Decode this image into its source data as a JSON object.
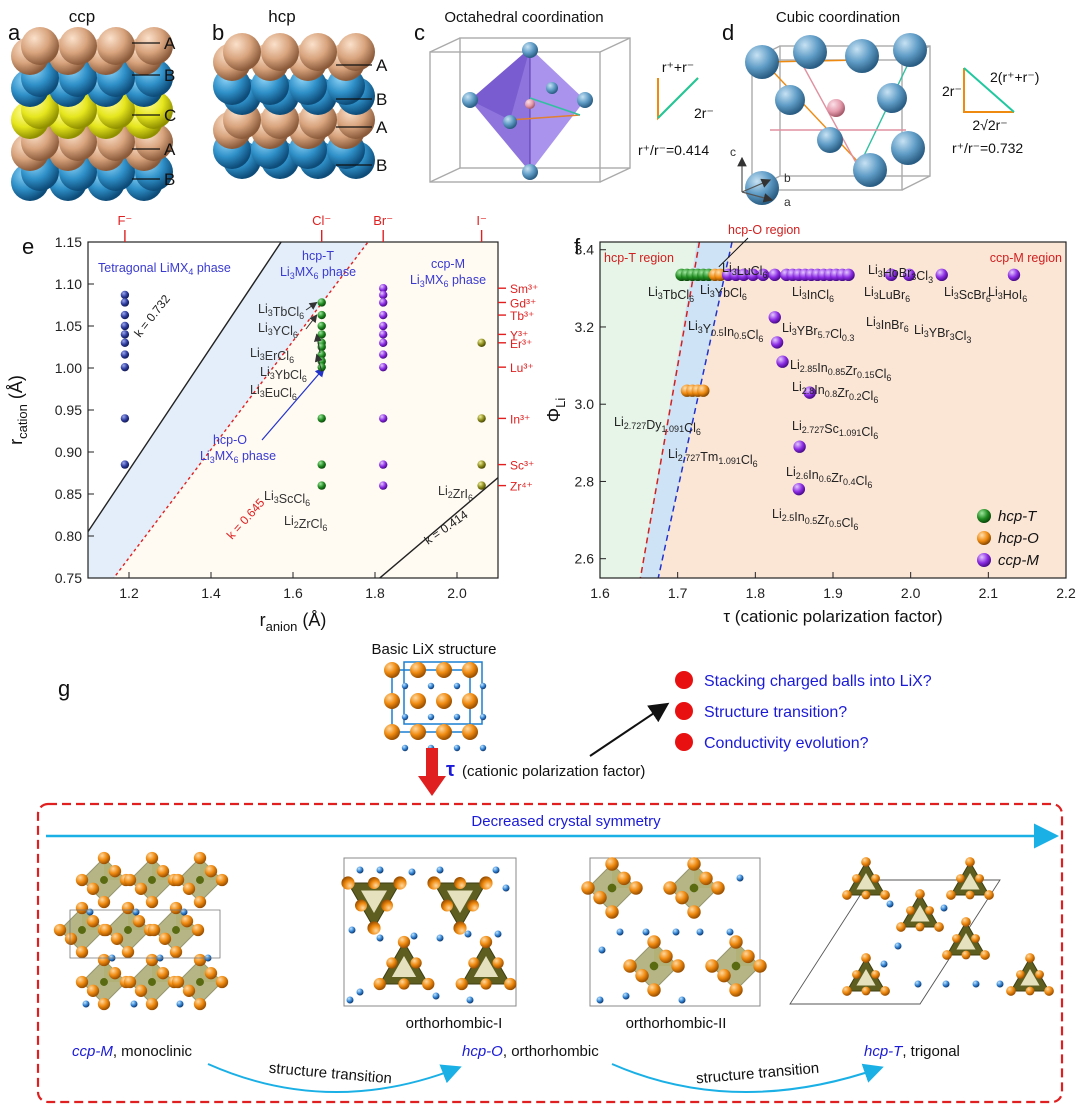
{
  "panels": {
    "a": {
      "letter": "a",
      "title": "ccp",
      "layer_labels": [
        "A",
        "B",
        "C",
        "A",
        "B"
      ]
    },
    "b": {
      "letter": "b",
      "title": "hcp",
      "layer_labels": [
        "A",
        "B",
        "A",
        "B"
      ]
    },
    "c": {
      "letter": "c",
      "title": "Octahedral coordination",
      "triangle_top": "r⁺+r⁻",
      "triangle_side": "2r⁻",
      "ratio": "r⁺/r⁻=0.414"
    },
    "d": {
      "letter": "d",
      "title": "Cubic coordination",
      "triangle_left": "2r⁻",
      "triangle_hyp": "2(r⁺+r⁻)",
      "triangle_bottom": "2√2r⁻",
      "ratio": "r⁺/r⁻=0.732",
      "axis_c": "c",
      "axis_b": "b",
      "axis_a": "a"
    }
  },
  "colors": {
    "copper": "#d8a47e",
    "blue": "#2f90c8",
    "yellow": "#e6e61e",
    "red": "#e02020",
    "navy": "#2c3a9c",
    "green": "#1f8a1f",
    "purple": "#8a2be2",
    "olive": "#8a8a1a",
    "orange": "#ef8a10",
    "blue_text": "#1a1ad8"
  },
  "chart_data": [
    {
      "type": "scatter",
      "panel": "e",
      "xlabel": "r_anion (Å)",
      "ylabel": "r_cation (Å)",
      "xlim": [
        1.1,
        2.1
      ],
      "ylim": [
        0.75,
        1.15
      ],
      "xticks": [
        1.2,
        1.4,
        1.6,
        1.8,
        2.0
      ],
      "yticks": [
        0.75,
        0.8,
        0.85,
        0.9,
        0.95,
        1.0,
        1.05,
        1.1,
        1.15
      ],
      "top_ticks": [
        {
          "x": 1.19,
          "label": "F⁻"
        },
        {
          "x": 1.67,
          "label": "Cl⁻"
        },
        {
          "x": 1.82,
          "label": "Br⁻"
        },
        {
          "x": 2.06,
          "label": "I⁻"
        }
      ],
      "right_ticks": [
        {
          "y": 1.095,
          "label": "Sm³⁺"
        },
        {
          "y": 1.078,
          "label": "Gd³⁺"
        },
        {
          "y": 1.063,
          "label": "Tb³⁺"
        },
        {
          "y": 1.04,
          "label": "Y³⁺"
        },
        {
          "y": 1.03,
          "label": "Er³⁺"
        },
        {
          "y": 1.001,
          "label": "Lu³⁺"
        },
        {
          "y": 0.94,
          "label": "In³⁺"
        },
        {
          "y": 0.885,
          "label": "Sc³⁺"
        },
        {
          "y": 0.86,
          "label": "Zr⁴⁺"
        }
      ],
      "lines": [
        {
          "label": "k = 0.732",
          "slope": 0.732,
          "style": "solid"
        },
        {
          "label": "k = 0.645",
          "slope": 0.645,
          "style": "dotted"
        },
        {
          "label": "k = 0.414",
          "slope": 0.414,
          "style": "solid"
        }
      ],
      "regions": [
        "Tetragonal LiMX₄ phase",
        "hcp-T",
        "Li₃MX₆ phase",
        "ccp-M",
        "Li₃MX₆ phase",
        "hcp-O",
        "Li₃MX₆ phase"
      ],
      "series": [
        {
          "name": "F",
          "color": "navy",
          "x": [
            1.19,
            1.19,
            1.19,
            1.19,
            1.19,
            1.19,
            1.19,
            1.19,
            1.19,
            1.19
          ],
          "y": [
            1.087,
            1.078,
            1.063,
            1.05,
            1.04,
            1.03,
            1.016,
            1.001,
            0.94,
            0.885
          ]
        },
        {
          "name": "Cl",
          "color": "green",
          "x": [
            1.67,
            1.67,
            1.67,
            1.67,
            1.67,
            1.67,
            1.67,
            1.67,
            1.67,
            1.67,
            1.67
          ],
          "y": [
            1.078,
            1.063,
            1.05,
            1.04,
            1.03,
            1.025,
            1.016,
            1.008,
            1.001,
            0.94,
            0.885
          ]
        },
        {
          "name": "Cl-Zr",
          "color": "green",
          "x": [
            1.67
          ],
          "y": [
            0.86
          ]
        },
        {
          "name": "Br",
          "color": "purple",
          "x": [
            1.82,
            1.82,
            1.82,
            1.82,
            1.82,
            1.82,
            1.82,
            1.82,
            1.82,
            1.82,
            1.82,
            1.82
          ],
          "y": [
            1.095,
            1.087,
            1.078,
            1.063,
            1.05,
            1.04,
            1.03,
            1.016,
            1.001,
            0.94,
            0.885,
            0.86
          ]
        },
        {
          "name": "I",
          "color": "olive",
          "x": [
            2.06,
            2.06,
            2.06,
            2.06
          ],
          "y": [
            1.03,
            0.94,
            0.885,
            0.86
          ]
        }
      ],
      "annotations": [
        "Li₃TbCl₆",
        "Li₃YCl₆",
        "Li₃ErCl₆",
        "Li₃YbCl₆",
        "Li₃EuCl₆",
        "Li₃ScCl₆",
        "Li₂ZrCl₆",
        "Li₂ZrI₆"
      ]
    },
    {
      "type": "scatter",
      "panel": "f",
      "xlabel": "τ (cationic polarization factor)",
      "ylabel": "Φ_Li",
      "xlim": [
        1.6,
        2.2
      ],
      "ylim": [
        2.55,
        3.42
      ],
      "xticks": [
        1.6,
        1.7,
        1.8,
        1.9,
        2.0,
        2.1,
        2.2
      ],
      "yticks": [
        2.6,
        2.8,
        3.0,
        3.2,
        3.4
      ],
      "regions": [
        "hcp-T region",
        "hcp-O region",
        "ccp-M region"
      ],
      "legend": [
        {
          "label": "hcp-T",
          "color": "green"
        },
        {
          "label": "hcp-O",
          "color": "orange"
        },
        {
          "label": "ccp-M",
          "color": "purple"
        }
      ],
      "series": [
        {
          "name": "hcp-T",
          "color": "green",
          "x": [
            1.705,
            1.712,
            1.719,
            1.726,
            1.733,
            1.74
          ],
          "y": [
            3.335,
            3.335,
            3.335,
            3.335,
            3.335,
            3.335
          ]
        },
        {
          "name": "hcp-O",
          "color": "orange",
          "x": [
            1.748,
            1.755,
            1.712,
            1.719,
            1.726,
            1.733
          ],
          "y": [
            3.335,
            3.335,
            3.035,
            3.035,
            3.035,
            3.035
          ]
        },
        {
          "name": "ccp-M",
          "color": "purple",
          "x": [
            1.765,
            1.775,
            1.785,
            1.797,
            1.81,
            1.825,
            1.84,
            1.848,
            1.856,
            1.864,
            1.872,
            1.88,
            1.888,
            1.896,
            1.904,
            1.912,
            1.92,
            1.975,
            1.998,
            2.04,
            2.133,
            1.825,
            1.828,
            1.835,
            1.87,
            1.857,
            1.856
          ],
          "y": [
            3.335,
            3.335,
            3.335,
            3.335,
            3.335,
            3.335,
            3.335,
            3.335,
            3.335,
            3.335,
            3.335,
            3.335,
            3.335,
            3.335,
            3.335,
            3.335,
            3.335,
            3.335,
            3.335,
            3.335,
            3.335,
            3.225,
            3.16,
            3.11,
            3.03,
            2.89,
            2.78
          ]
        }
      ],
      "annotations": [
        "Li₃LuCl₆",
        "Li₃TbCl₆",
        "Li₃YbCl₆",
        "Li₃InCl₆",
        "Li₃LuBr₆",
        "Li₃HoBr₃Cl₃",
        "Li₃ScBr₆",
        "Li₃HoI₆",
        "Li₃Y₀.₅In₀.₅Cl₆",
        "Li₃YBr₅.₇Cl₀.₃",
        "Li₃InBr₆",
        "Li₃YBr₃Cl₃",
        "Li₂.₈₅In₀.₈₅Zr₀.₁₅Cl₆",
        "Li₂.₈In₀.₈Zr₀.₂Cl₆",
        "Li₂.₇₂₇Dy₁.₀₉₁Cl₆",
        "Li₂.₇₂₇Sc₁.₀₉₁Cl₆",
        "Li₂.₇₂₇Tm₁.₀₉₁Cl₆",
        "Li₂.₆In₀.₆Zr₀.₄Cl₆",
        "Li₂.₅In₀.₅Zr₀.₅Cl₆"
      ]
    }
  ],
  "panel_g": {
    "letter": "g",
    "title": "Basic LiX structure",
    "tau_label": "(cationic polarization factor)",
    "tau_symbol": "τ",
    "questions": [
      "Stacking charged balls into LiX?",
      "Structure transition?",
      "Conductivity evolution?"
    ],
    "arrow_label": "Decreased crystal symmetry",
    "structures": [
      "orthorhombic-I",
      "orthorhombic-II"
    ],
    "phases": [
      {
        "name": "ccp-M",
        "desc": ", monoclinic"
      },
      {
        "name": "hcp-O",
        "desc": ", orthorhombic"
      },
      {
        "name": "hcp-T",
        "desc": ", trigonal"
      }
    ],
    "transition_label": "structure transition"
  }
}
